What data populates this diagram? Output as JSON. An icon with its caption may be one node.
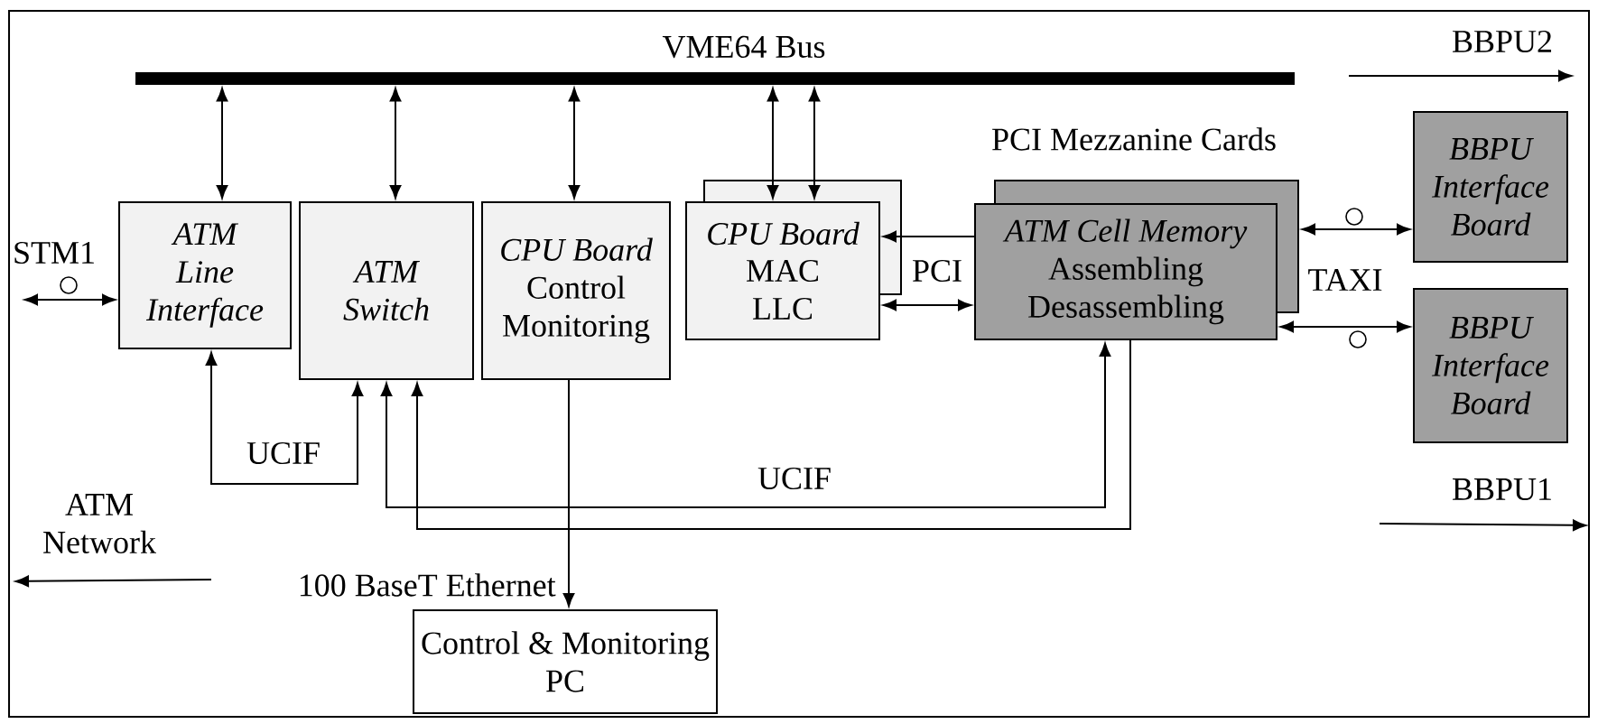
{
  "diagram": {
    "nodes": [
      {
        "text": [
          "VME64 Bus"
        ]
      },
      {
        "text": [
          "ATM Line Interface"
        ]
      },
      {
        "text": [
          "ATM Switch"
        ]
      },
      {
        "text": [
          "CPU Board",
          "Control Monitoring"
        ]
      },
      {
        "text": [
          "CPU Board",
          "MAC LLC"
        ]
      },
      {
        "text": [
          "ATM Cell Memory",
          "Assembling Desassembling"
        ]
      },
      {
        "text": [
          "BBPU Interface Board"
        ]
      },
      {
        "text": [
          "BBPU Interface Board"
        ]
      },
      {
        "text": [
          "Control & Monitoring PC"
        ]
      }
    ],
    "edges": [
      {
        "from": 0,
        "to": 1,
        "arrow": "both"
      },
      {
        "from": 0,
        "to": 2,
        "arrow": "both"
      },
      {
        "from": 0,
        "to": 3,
        "arrow": "both"
      },
      {
        "from": 0,
        "to": 4,
        "arrow": "both"
      },
      {
        "from": 0,
        "to": 4,
        "arrow": "both"
      },
      {
        "from": null,
        "to": 1,
        "arrow": "both",
        "label": "STM1"
      },
      {
        "from": 2,
        "to": 1,
        "arrow": "both",
        "label": "UCIF"
      },
      {
        "from": 5,
        "to": 2,
        "arrow": "both",
        "label": "UCIF"
      },
      {
        "from": 5,
        "to": 2,
        "arrow": "to"
      },
      {
        "from": 5,
        "to": 4,
        "arrow": "to"
      },
      {
        "from": 4,
        "to": 5,
        "arrow": "both",
        "label": "PCI"
      },
      {
        "from": 5,
        "to": 6,
        "arrow": "both"
      },
      {
        "from": 5,
        "to": 7,
        "arrow": "both"
      },
      {
        "from": 3,
        "to": 8,
        "arrow": "to",
        "label": "100 BaseT Ethernet"
      }
    ],
    "labels": [
      "BBPU2",
      "PCI Mezzanine Cards",
      "TAXI",
      "BBPU1",
      "ATM Network"
    ]
  }
}
